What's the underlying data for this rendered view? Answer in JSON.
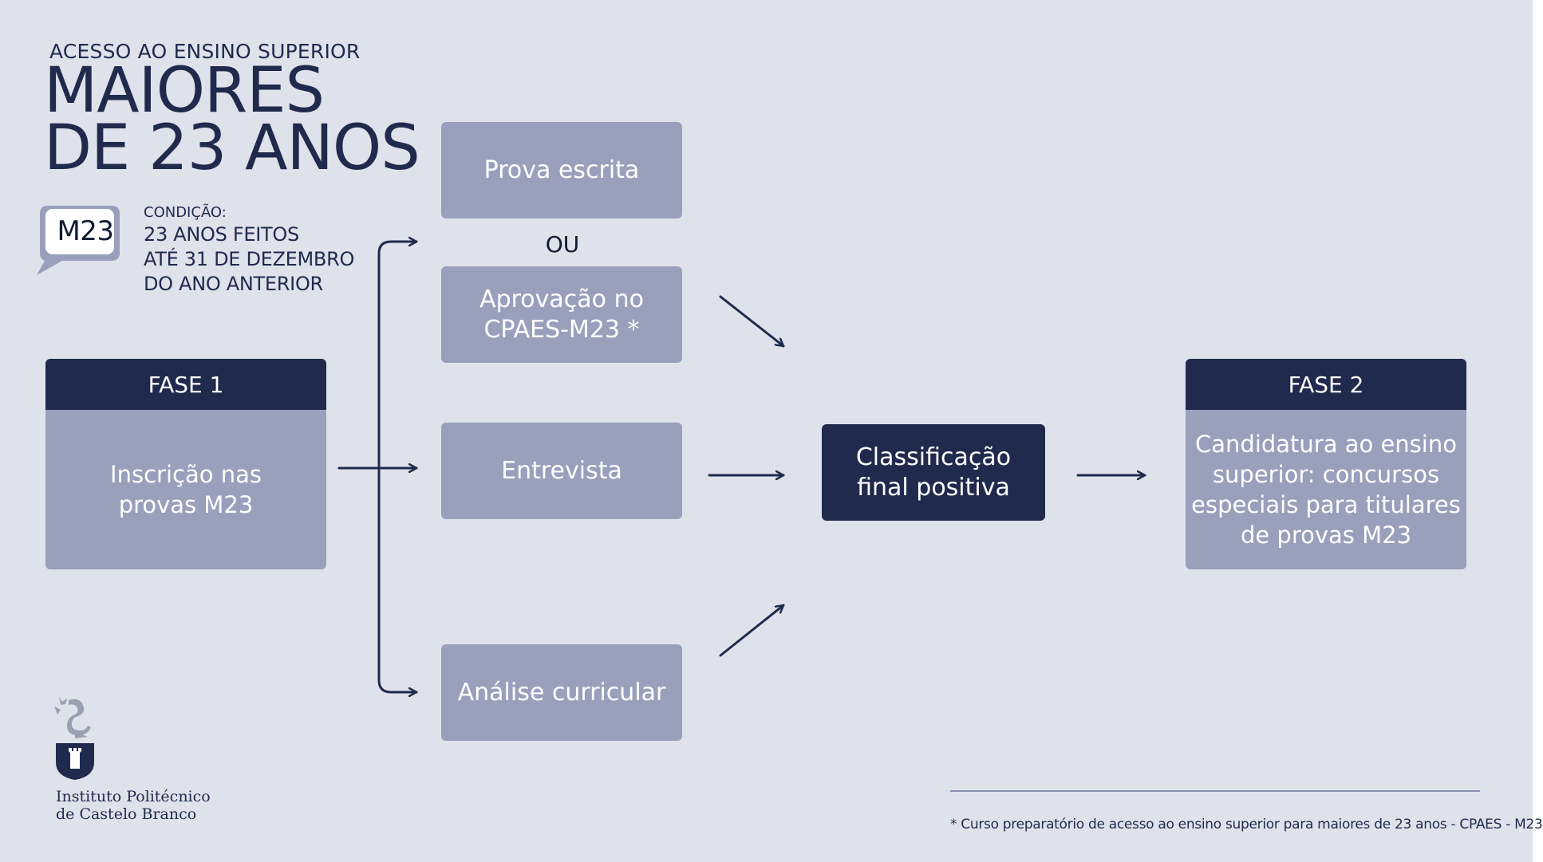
{
  "header": {
    "subtitle": "ACESSO AO ENSINO SUPERIOR",
    "title_line1": "MAIORES",
    "title_line2": "DE 23 ANOS"
  },
  "condition": {
    "badge": "M23",
    "label": "CONDIÇÃO:",
    "line1": "23 ANOS FEITOS",
    "line2": "ATÉ 31 DE DEZEMBRO",
    "line3": "DO ANO ANTERIOR"
  },
  "phase1": {
    "header": "FASE 1",
    "body_line1": "Inscrição nas",
    "body_line2": "provas M23"
  },
  "options": {
    "written_exam": "Prova escrita",
    "or": "OU",
    "cpaes_line1": "Aprovação no",
    "cpaes_line2": "CPAES-M23 *",
    "interview": "Entrevista",
    "curriculum": "Análise curricular"
  },
  "result": {
    "line1": "Classificação",
    "line2": "final positiva"
  },
  "phase2": {
    "header": "FASE 2",
    "body_line1": "Candidatura ao ensino",
    "body_line2": "superior: concursos",
    "body_line3": "especiais para titulares",
    "body_line4": "de provas M23"
  },
  "logo": {
    "line1": "Instituto Politécnico",
    "line2": "de Castelo Branco",
    "icon": "ipcb-crest-icon"
  },
  "footnote": "* Curso preparatório de acesso ao ensino superior para maiores de 23 anos - CPAES - M23",
  "colors": {
    "background": "#dfe2ea",
    "navy": "#1f2a4d",
    "box": "#98a0bc"
  }
}
